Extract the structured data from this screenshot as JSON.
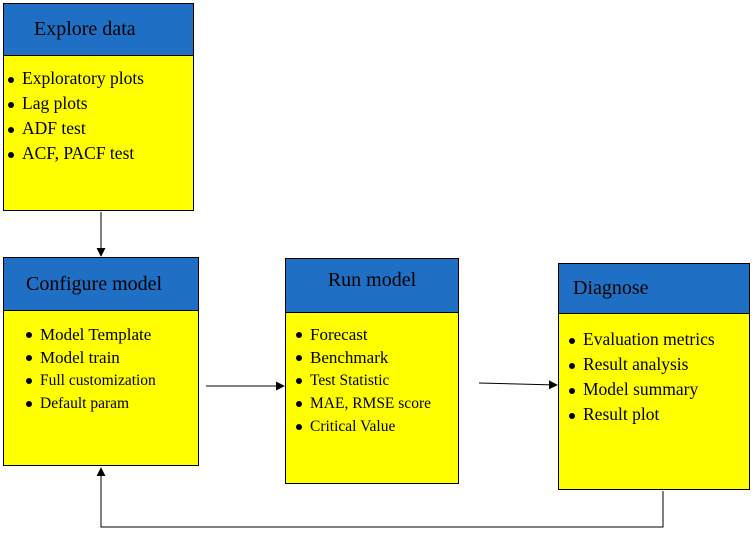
{
  "explore": {
    "title": "Explore data",
    "items": [
      "Exploratory plots",
      "Lag plots",
      "ADF test",
      "ACF, PACF test"
    ]
  },
  "configure": {
    "title": "Configure model",
    "items": [
      "Model Template",
      "Model train",
      "Full customization",
      "Default param"
    ]
  },
  "run": {
    "title": "Run model",
    "items": [
      "Forecast",
      "Benchmark",
      "Test Statistic",
      "MAE, RMSE score",
      "Critical Value"
    ]
  },
  "diagnose": {
    "title": "Diagnose",
    "items": [
      "Evaluation metrics",
      "Result analysis",
      "Model summary",
      "Result plot"
    ]
  },
  "colors": {
    "header": "#1f6fc5",
    "body": "#ffff00",
    "border": "#000000"
  }
}
